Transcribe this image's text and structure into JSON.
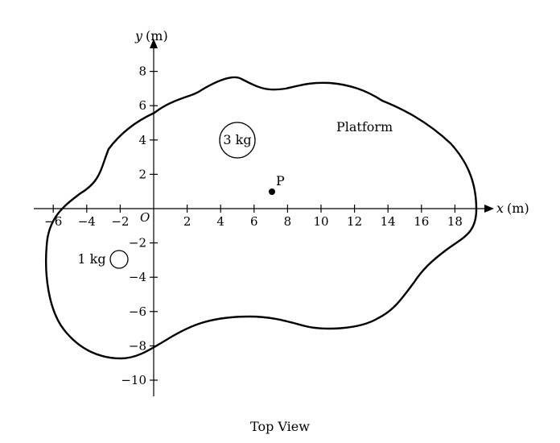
{
  "figure": {
    "caption": "Top View",
    "platform_label": "Platform",
    "origin_label": "O",
    "x_axis": {
      "var": "x",
      "unit": "(m)",
      "ticks": [
        -6,
        -4,
        -2,
        2,
        4,
        6,
        8,
        10,
        12,
        14,
        16,
        18
      ]
    },
    "y_axis": {
      "var": "y",
      "unit": "(m)",
      "ticks": [
        8,
        6,
        4,
        2,
        -2,
        -4,
        -6,
        -8,
        -10
      ]
    },
    "objects": [
      {
        "label": "3 kg",
        "x": 5,
        "y": 4
      },
      {
        "label": "1 kg",
        "x": -2,
        "y": -3
      }
    ],
    "point": {
      "label": "P",
      "x": 7,
      "y": 1
    }
  }
}
